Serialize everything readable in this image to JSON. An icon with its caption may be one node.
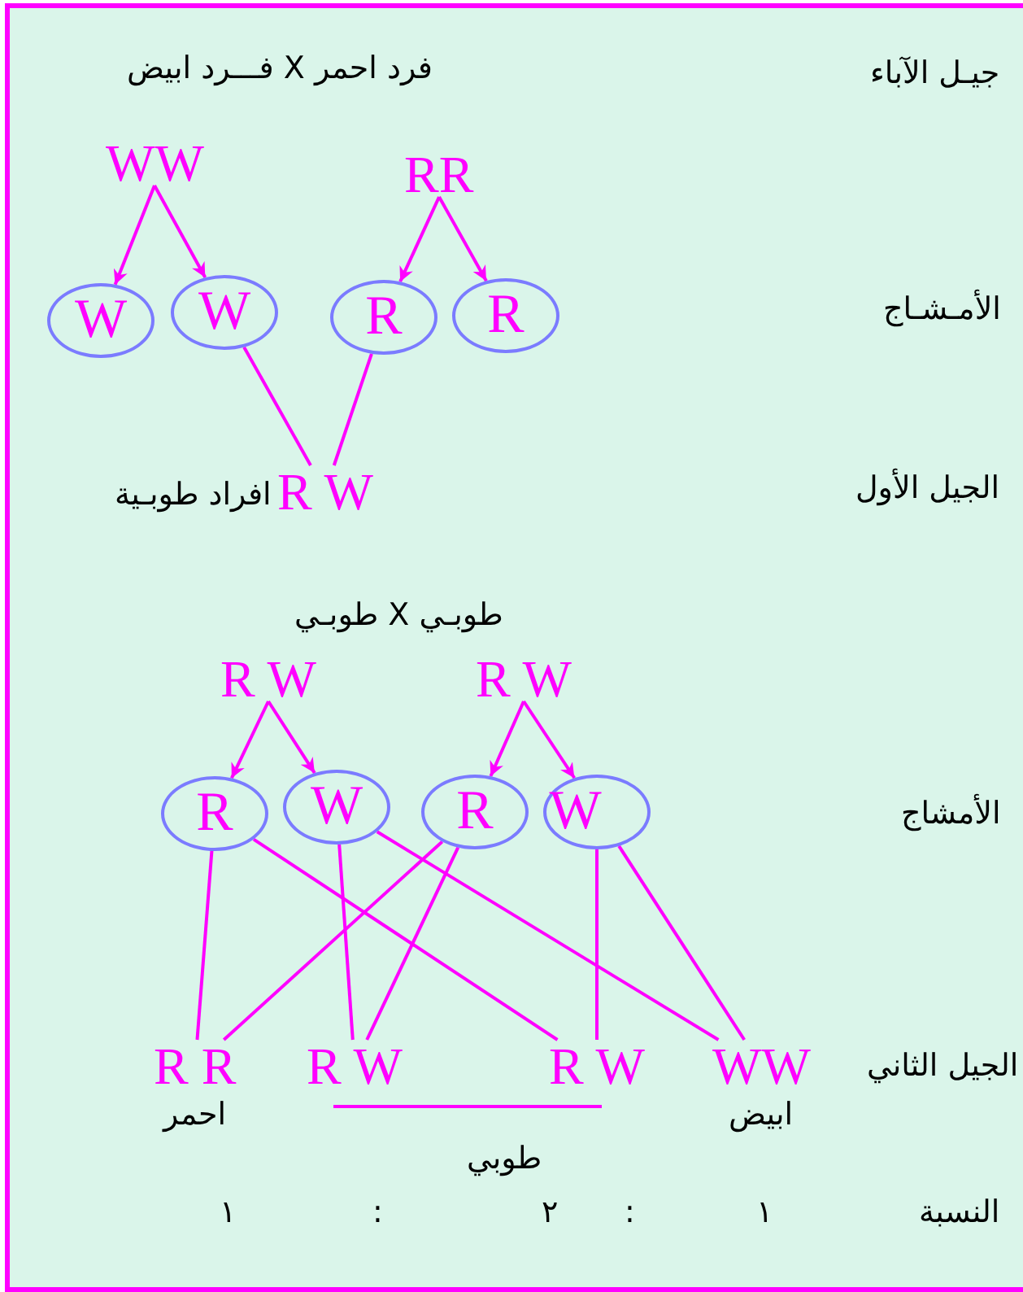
{
  "diagram": {
    "nodes": [
      {
        "text": [
          "WW"
        ]
      },
      {
        "text": [
          "RR"
        ]
      },
      {
        "text": [
          "W"
        ]
      },
      {
        "text": [
          "W"
        ]
      },
      {
        "text": [
          "R"
        ]
      },
      {
        "text": [
          "R"
        ]
      },
      {
        "text": [
          "R W"
        ],
        "beside": [
          "افراد طوبـية"
        ]
      },
      {
        "text": [
          "R W"
        ]
      },
      {
        "text": [
          "R W"
        ]
      },
      {
        "text": [
          "R"
        ]
      },
      {
        "text": [
          "W"
        ]
      },
      {
        "text": [
          "R"
        ]
      },
      {
        "text": [
          "Wً"
        ]
      },
      {
        "text": [
          "R R"
        ],
        "beside": [
          "احمر"
        ]
      },
      {
        "text": [
          "R W"
        ]
      },
      {
        "text": [
          "R W"
        ]
      },
      {
        "text": [
          "WW"
        ],
        "beside": [
          "ابيض"
        ]
      }
    ],
    "edges": [
      {
        "from": 0,
        "to": 2,
        "arrow": "to"
      },
      {
        "from": 0,
        "to": 3,
        "arrow": "to"
      },
      {
        "from": 1,
        "to": 4,
        "arrow": "to"
      },
      {
        "from": 1,
        "to": 5,
        "arrow": "to"
      },
      {
        "from": 3,
        "to": 6,
        "arrow": "none"
      },
      {
        "from": 4,
        "to": 6,
        "arrow": "none"
      },
      {
        "from": 7,
        "to": 9,
        "arrow": "to"
      },
      {
        "from": 7,
        "to": 10,
        "arrow": "to"
      },
      {
        "from": 8,
        "to": 11,
        "arrow": "to"
      },
      {
        "from": 8,
        "to": 12,
        "arrow": "to"
      },
      {
        "from": 9,
        "to": 13,
        "arrow": "none"
      },
      {
        "from": 9,
        "to": 15,
        "arrow": "none"
      },
      {
        "from": 10,
        "to": 14,
        "arrow": "none"
      },
      {
        "from": 10,
        "to": 16,
        "arrow": "none"
      },
      {
        "from": 11,
        "to": 13,
        "arrow": "none"
      },
      {
        "from": 11,
        "to": 14,
        "arrow": "none"
      },
      {
        "from": 12,
        "to": 15,
        "arrow": "none"
      },
      {
        "from": 12,
        "to": 16,
        "arrow": "none"
      }
    ],
    "labels": [
      "جيـل الآباء",
      "فرد احمر X فـــرد ابيض",
      "الأمـشـاج",
      "الجيل الأول",
      "طوبـي X طوبـي",
      "الأمشاج",
      "الجيل الثاني",
      "طوبي",
      "النسبة",
      "١",
      ":",
      "٢",
      ":",
      "١"
    ]
  }
}
